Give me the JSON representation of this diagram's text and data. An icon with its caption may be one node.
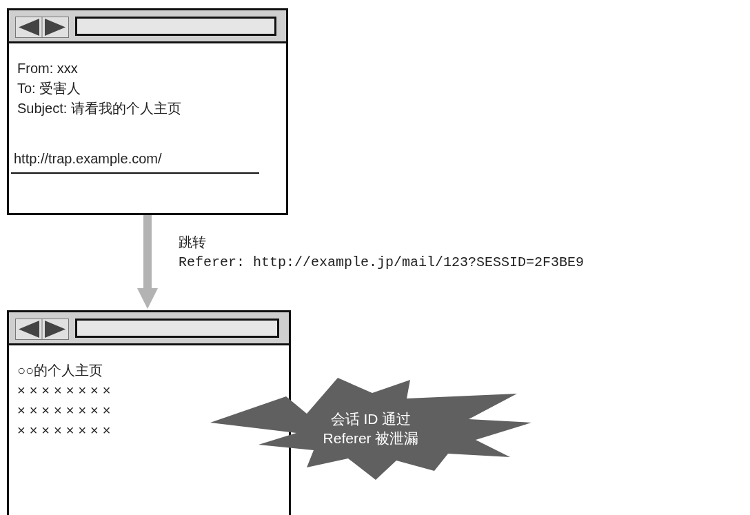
{
  "diagram": {
    "nodes": [
      {
        "text": [
          "From: xxx",
          "To: 受害人",
          "Subject: 请看我的个人主页"
        ]
      },
      {
        "text": [
          "http://trap.example.com/"
        ],
        "in": 0
      },
      {
        "text": [
          "○○的个人主页",
          "××××××××",
          "××××××××",
          "××××××××"
        ]
      },
      {
        "text": [
          "会话 ID 通过 Referer 被泄漏"
        ]
      }
    ],
    "edges": [
      {
        "from": 1,
        "to": 2,
        "arrow": "to",
        "label": "跳转 Referer: http://example.jp/mail/123?SESSID=2F3BE9"
      }
    ]
  }
}
